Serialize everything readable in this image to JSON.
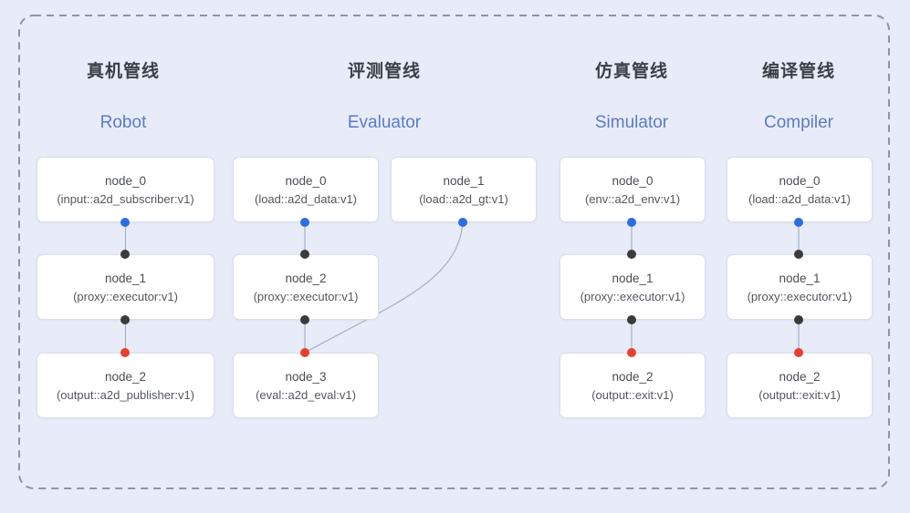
{
  "pipelines": [
    {
      "title_cn": "真机管线",
      "title_en": "Robot",
      "nodes": [
        {
          "name": "node_0",
          "type": "(input::a2d_subscriber:v1)"
        },
        {
          "name": "node_1",
          "type": "(proxy::executor:v1)"
        },
        {
          "name": "node_2",
          "type": "(output::a2d_publisher:v1)"
        }
      ],
      "edges": [
        "node_0→node_1",
        "node_1→node_2"
      ]
    },
    {
      "title_cn": "评测管线",
      "title_en": "Evaluator",
      "nodes": [
        {
          "name": "node_0",
          "type": "(load::a2d_data:v1)"
        },
        {
          "name": "node_1",
          "type": "(load::a2d_gt:v1)"
        },
        {
          "name": "node_2",
          "type": "(proxy::executor:v1)"
        },
        {
          "name": "node_3",
          "type": "(eval::a2d_eval:v1)"
        }
      ],
      "edges": [
        "node_0→node_2",
        "node_1→node_3",
        "node_2→node_3"
      ]
    },
    {
      "title_cn": "仿真管线",
      "title_en": "Simulator",
      "nodes": [
        {
          "name": "node_0",
          "type": "(env::a2d_env:v1)"
        },
        {
          "name": "node_1",
          "type": "(proxy::executor:v1)"
        },
        {
          "name": "node_2",
          "type": "(output::exit:v1)"
        }
      ],
      "edges": [
        "node_0→node_1",
        "node_1→node_2"
      ]
    },
    {
      "title_cn": "编译管线",
      "title_en": "Compiler",
      "nodes": [
        {
          "name": "node_0",
          "type": "(load::a2d_data:v1)"
        },
        {
          "name": "node_1",
          "type": "(proxy::executor:v1)"
        },
        {
          "name": "node_2",
          "type": "(output::exit:v1)"
        }
      ],
      "edges": [
        "node_0→node_1",
        "node_1→node_2"
      ]
    }
  ],
  "colors": {
    "background": "#e8ecf8",
    "frame_dash": "#8f949e",
    "node_bg": "#ffffff",
    "node_border": "#d9dee8",
    "node_text": "#4a4e55",
    "title_cn": "#3a3f46",
    "title_en": "#5b7ac8",
    "edge_line": "#a6b0c3",
    "port_blue": "#2a6fe0",
    "port_black": "#3b3b3b",
    "port_red": "#e8402f"
  }
}
